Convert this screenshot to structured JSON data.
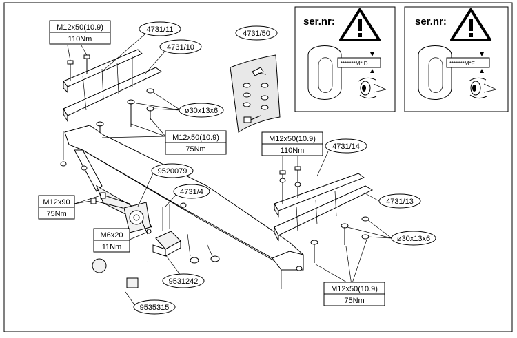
{
  "labels": {
    "bracket_left_top": "4731/11",
    "bracket_left_bottom": "4731/10",
    "bag": "4731/50",
    "bracket_right_top": "4731/14",
    "bracket_right_bottom": "4731/13",
    "electrical_block": "9520079",
    "crossbar": "4731/4",
    "socket": "9531242",
    "towball": "9535315"
  },
  "specs": {
    "bolt_top_left": {
      "size": "M12x50(10.9)",
      "torque": "110Nm"
    },
    "bolt_mid_left": {
      "size": "M12x50(10.9)",
      "torque": "75Nm"
    },
    "bolt_top_right": {
      "size": "M12x50(10.9)",
      "torque": "110Nm"
    },
    "bolt_bottom_right": {
      "size": "M12x50(10.9)",
      "torque": "75Nm"
    },
    "bolt_m12x90": {
      "size": "M12x90",
      "torque": "75Nm"
    },
    "bolt_m6x20": {
      "size": "M6x20",
      "torque": "11Nm"
    },
    "washer_left": "ø30x13x6",
    "washer_right": "ø30x13x6"
  },
  "serial_panels": [
    {
      "title": "ser.nr:",
      "code": "*******M* D"
    },
    {
      "title": "ser.nr:",
      "code": "*******M*E"
    }
  ],
  "icons": [
    "warning-icon",
    "eye-icon"
  ]
}
